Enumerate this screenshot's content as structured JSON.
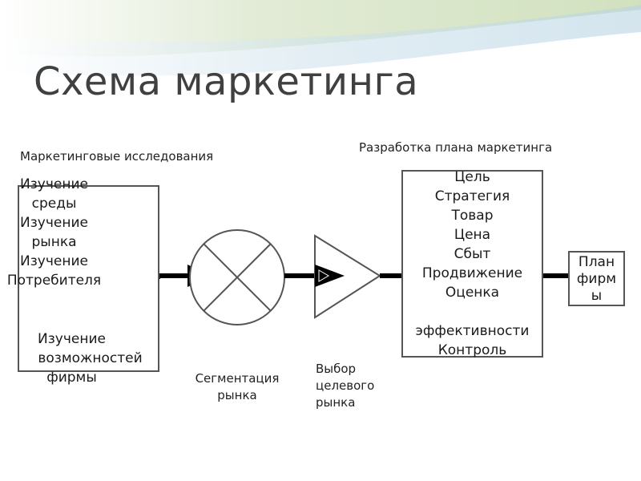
{
  "title": "Схема маркетинга",
  "research": {
    "heading": "Маркетинговые исследования",
    "lines_top": [
      "Изучение",
      "среды",
      "Изучение",
      "рынка",
      "Изучение",
      "Потребителя"
    ],
    "lines_bottom": [
      "Изучение",
      "возможностей",
      "фирмы"
    ]
  },
  "segmentation": {
    "caption_lines": [
      "Сегментация",
      "рынка"
    ]
  },
  "target": {
    "caption_lines": [
      "Выбор",
      "целевого",
      "рынка"
    ]
  },
  "plan": {
    "heading": "Разработка плана маркетинга",
    "lines": [
      "Цель",
      "Стратегия",
      "Товар",
      "Цена",
      "Сбыт",
      "Продвижение",
      "Оценка",
      "",
      "эффективности",
      "Контроль"
    ]
  },
  "firm_plan": {
    "lines": [
      "План",
      "фирм",
      "ы"
    ]
  },
  "colors": {
    "swoosh_green": "#c9dcb3",
    "swoosh_blue": "#b7d3e3",
    "title": "#404040",
    "stroke": "#555555",
    "connector": "#000000"
  }
}
